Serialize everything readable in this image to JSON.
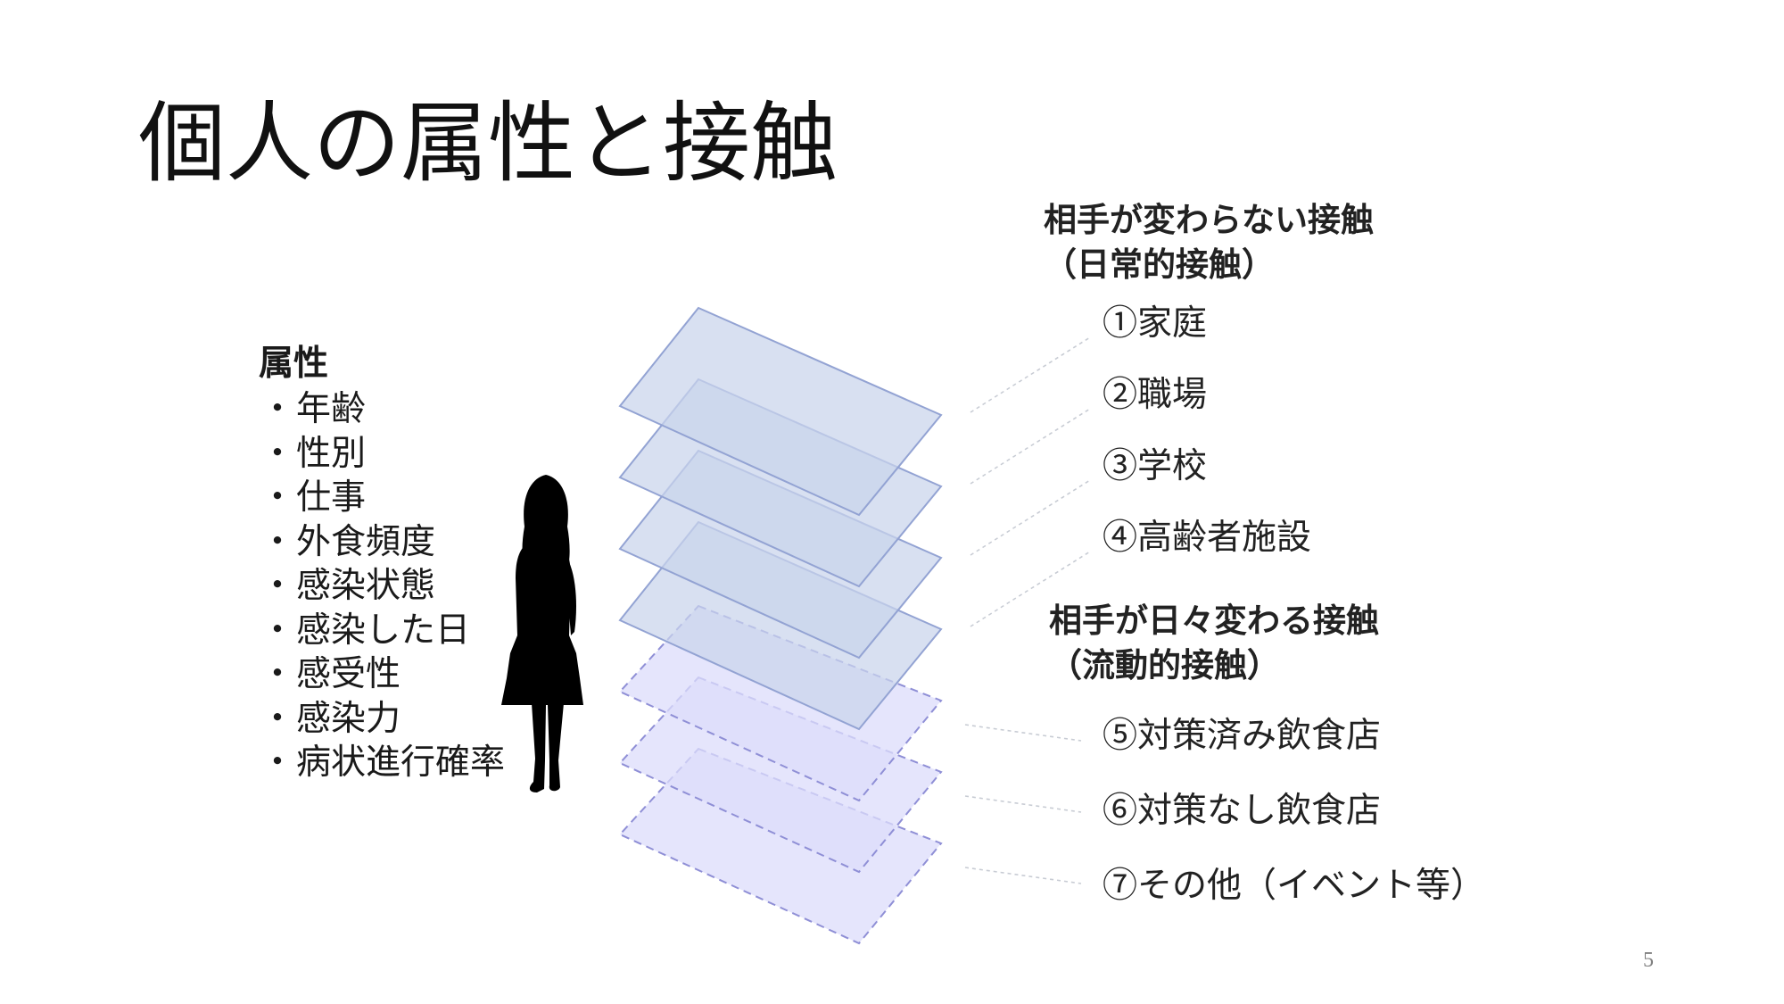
{
  "title": "個人の属性と接触",
  "attributes": {
    "heading": "属性",
    "bullet": "・",
    "items": [
      "年齢",
      "性別",
      "仕事",
      "外食頻度",
      "感染状態",
      "感染した日",
      "感受性",
      "感染力",
      "病状進行確率"
    ]
  },
  "fixed_contacts": {
    "heading_line1": "相手が変わらない接触",
    "heading_line2": "（日常的接触）",
    "items": [
      "①家庭",
      "②職場",
      "③学校",
      "④高齢者施設"
    ]
  },
  "fluid_contacts": {
    "heading_line1": "相手が日々変わる接触",
    "heading_line2": "（流動的接触）",
    "items": [
      "⑤対策済み飲食店",
      "⑥対策なし飲食店",
      "⑦その他（イベント等）"
    ]
  },
  "page_number": "5",
  "colors": {
    "fixed_layer_fill": "#c9d4ec",
    "fixed_layer_stroke": "#93a3d3",
    "fluid_layer_fill": "#dcdcfb",
    "fluid_layer_stroke": "#8f8fd6",
    "leader_line": "#c8ccd4",
    "silhouette": "#000000"
  }
}
